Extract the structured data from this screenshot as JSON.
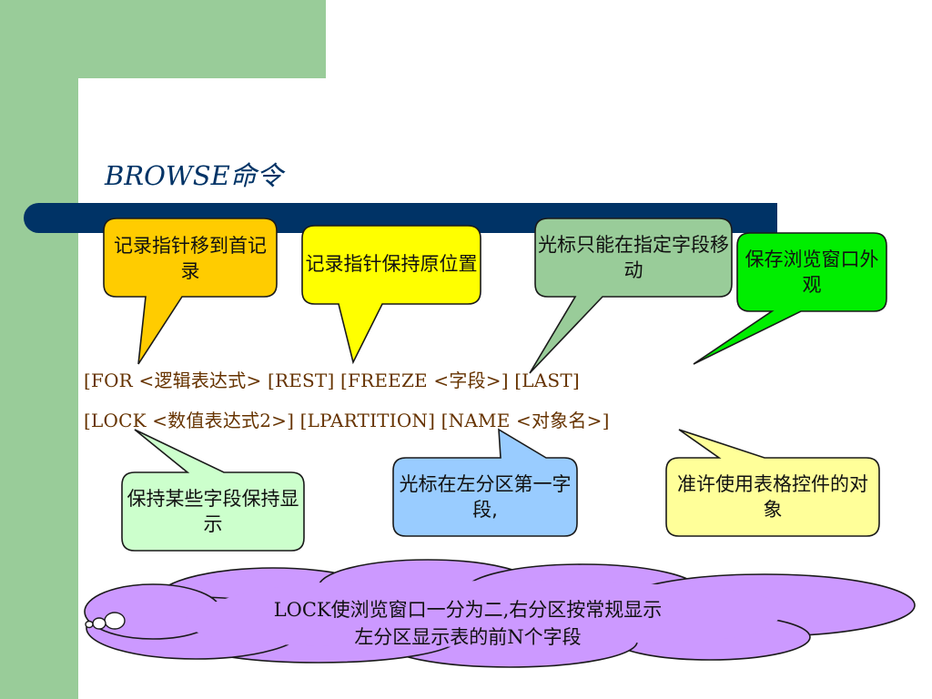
{
  "slide": {
    "title": "BROWSE命令",
    "syntax": {
      "line1": "[FOR <逻辑表达式> [REST] [FREEZE <字段>] [LAST]",
      "line2": "[LOCK <数值表达式2>] [LPARTITION] [NAME <对象名>]"
    },
    "callouts": [
      {
        "text": "记录指针移到首记录",
        "color": "#ffcc00"
      },
      {
        "text": "记录指针保持原位置",
        "color": "#ffff00"
      },
      {
        "text": "光标只能在指定字段移动",
        "color": "#99cc99"
      },
      {
        "text": "保存浏览窗口外观",
        "color": "#00ee00"
      },
      {
        "text": "保持某些字段保持显示",
        "color": "#ccffcc"
      },
      {
        "text": "光标在左分区第一字段,",
        "color": "#99ccff"
      },
      {
        "text": "准许使用表格控件的对象",
        "color": "#ffff99"
      }
    ],
    "cloud": {
      "line1": "LOCK使浏览窗口一分为二,右分区按常规显示",
      "line2": "左分区显示表的前N个字段",
      "color": "#cc99ff"
    },
    "colors": {
      "green_band": "#99cc99",
      "nav_bar": "#003366",
      "syntax_text": "#663300"
    }
  }
}
